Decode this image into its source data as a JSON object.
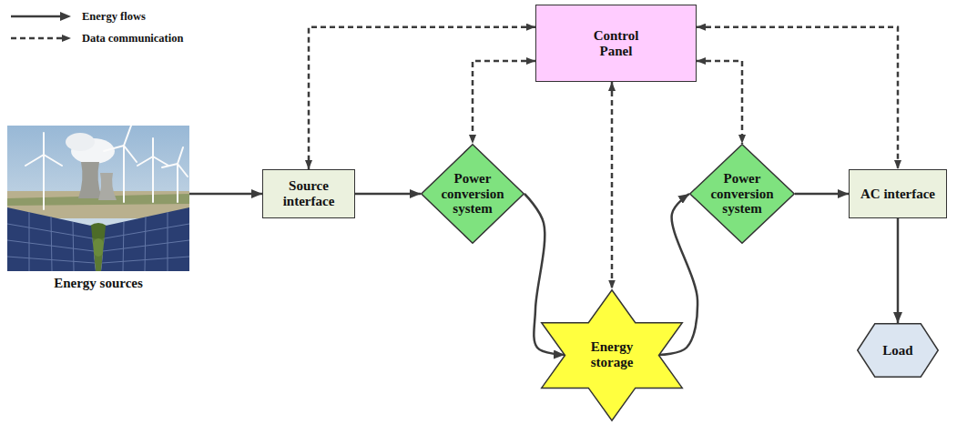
{
  "diagram": {
    "nodes": [
      {
        "text": [
          "Energy sources"
        ]
      },
      {
        "text": [
          "Source interface"
        ]
      },
      {
        "text": [
          "Power conversion system"
        ]
      },
      {
        "text": [
          "Control Panel"
        ]
      },
      {
        "text": [
          "Energy storage"
        ]
      },
      {
        "text": [
          "Power conversion system"
        ]
      },
      {
        "text": [
          "AC interface"
        ]
      },
      {
        "text": [
          "Load"
        ]
      }
    ],
    "edges": [
      {
        "from": 0,
        "to": 1,
        "arrow": "to"
      },
      {
        "from": 1,
        "to": 2,
        "arrow": "to"
      },
      {
        "from": 2,
        "to": 4,
        "arrow": "to"
      },
      {
        "from": 4,
        "to": 5,
        "arrow": "to"
      },
      {
        "from": 5,
        "to": 6,
        "arrow": "to"
      },
      {
        "from": 6,
        "to": 7,
        "arrow": "to"
      },
      {
        "from": 3,
        "to": 1,
        "arrow": "both"
      },
      {
        "from": 3,
        "to": 2,
        "arrow": "both"
      },
      {
        "from": 3,
        "to": 4,
        "arrow": "both"
      },
      {
        "from": 3,
        "to": 5,
        "arrow": "both"
      },
      {
        "from": 3,
        "to": 6,
        "arrow": "both"
      }
    ],
    "legend": [
      {
        "text": "Energy flows"
      },
      {
        "text": "Data communication"
      }
    ]
  }
}
